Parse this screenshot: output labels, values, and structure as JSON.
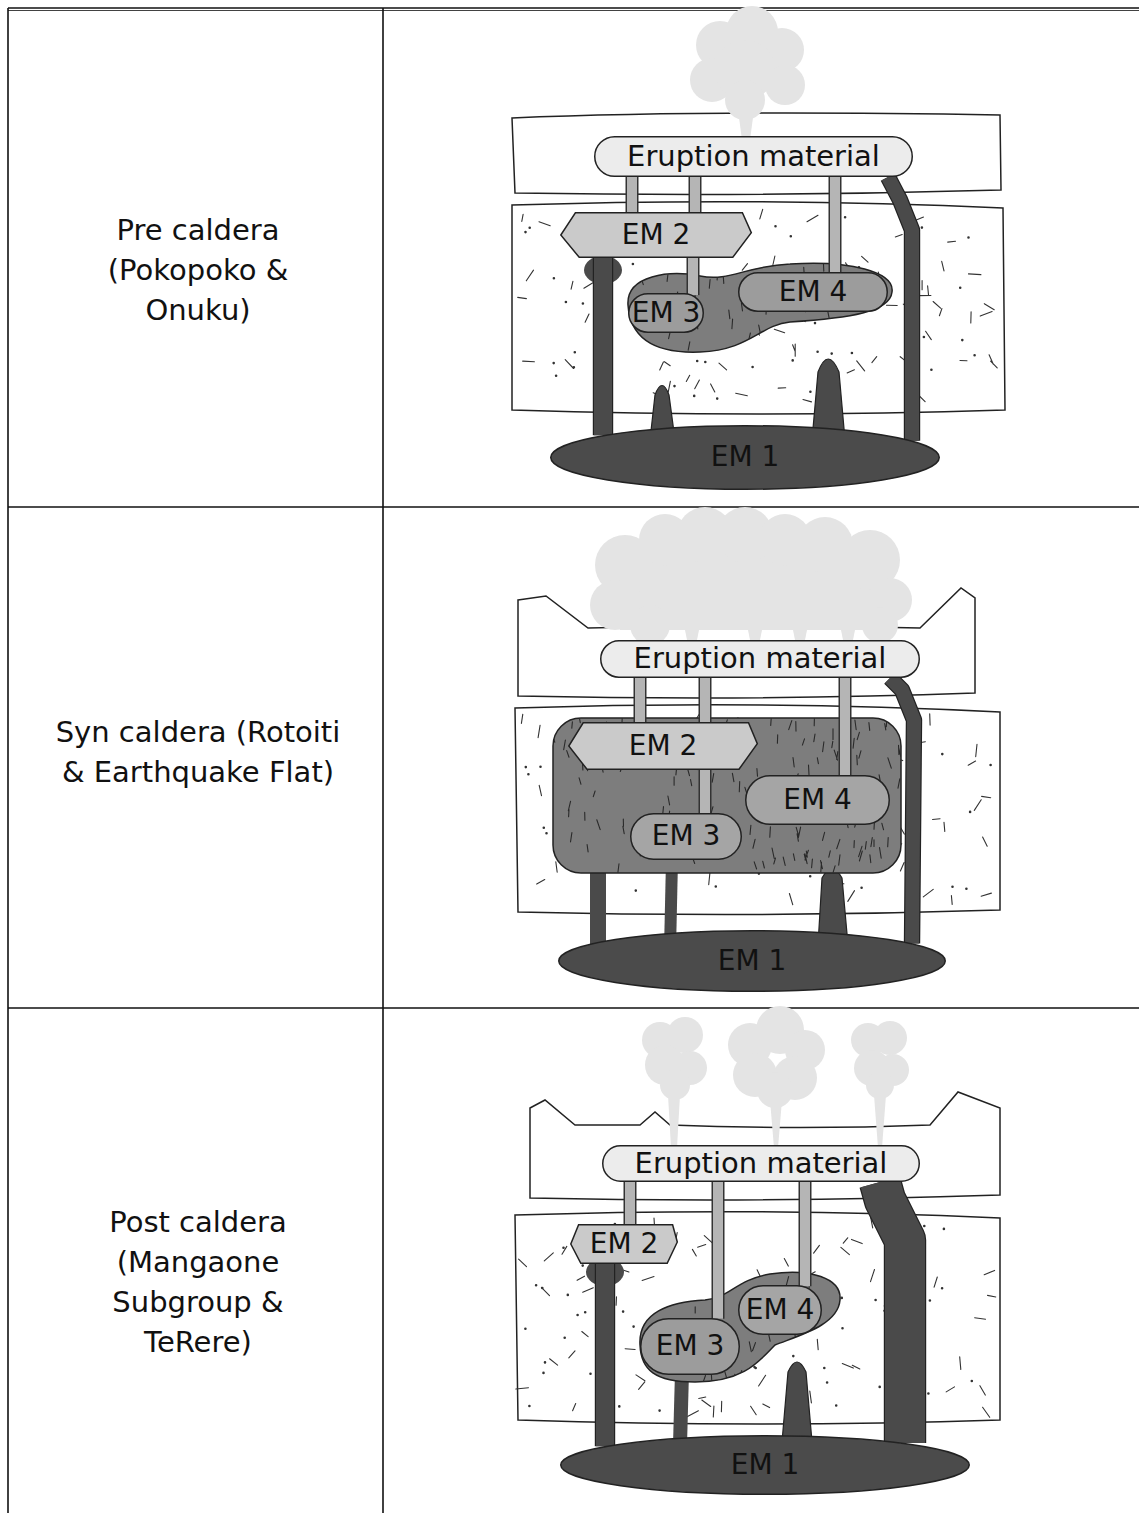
{
  "diagram": {
    "nodes": [
      {
        "text": [
          "Eruption material"
        ]
      },
      {
        "text": [
          "EM 2"
        ]
      },
      {
        "text": [
          "EM 3"
        ]
      },
      {
        "text": [
          "EM 4"
        ]
      },
      {
        "text": [
          "EM 1"
        ]
      },
      {
        "text": [
          "Eruption material"
        ]
      },
      {
        "text": [
          "EM 2"
        ]
      },
      {
        "text": [
          "EM 3"
        ]
      },
      {
        "text": [
          "EM 4"
        ]
      },
      {
        "text": [
          "EM 1"
        ]
      },
      {
        "text": [
          "Eruption material"
        ]
      },
      {
        "text": [
          "EM 2"
        ]
      },
      {
        "text": [
          "EM 3"
        ]
      },
      {
        "text": [
          "EM 4"
        ]
      },
      {
        "text": [
          "EM 1"
        ]
      }
    ],
    "edges": [
      {
        "from": 1,
        "to": 0,
        "arrow": "none"
      },
      {
        "from": 1,
        "to": 0,
        "arrow": "none"
      },
      {
        "from": 2,
        "to": 1,
        "arrow": "none"
      },
      {
        "from": 3,
        "to": 0,
        "arrow": "none"
      },
      {
        "from": 4,
        "to": 1,
        "arrow": "none"
      },
      {
        "from": 4,
        "to": 0,
        "arrow": "none"
      },
      {
        "from": 6,
        "to": 5,
        "arrow": "none"
      },
      {
        "from": 6,
        "to": 5,
        "arrow": "none"
      },
      {
        "from": 7,
        "to": 6,
        "arrow": "none"
      },
      {
        "from": 8,
        "to": 5,
        "arrow": "none"
      },
      {
        "from": 9,
        "to": 5,
        "arrow": "none"
      },
      {
        "from": 11,
        "to": 10,
        "arrow": "none"
      },
      {
        "from": 12,
        "to": 10,
        "arrow": "none"
      },
      {
        "from": 13,
        "to": 10,
        "arrow": "none"
      },
      {
        "from": 14,
        "to": 11,
        "arrow": "none"
      },
      {
        "from": 14,
        "to": 10,
        "arrow": "none"
      }
    ],
    "labels": [
      "Pre caldera (Pokopoko & Onuku)",
      "Syn caldera (Rotoiti & Earthquake Flat)",
      "Post caldera (Mangaone Subgroup & TeRere)"
    ]
  }
}
